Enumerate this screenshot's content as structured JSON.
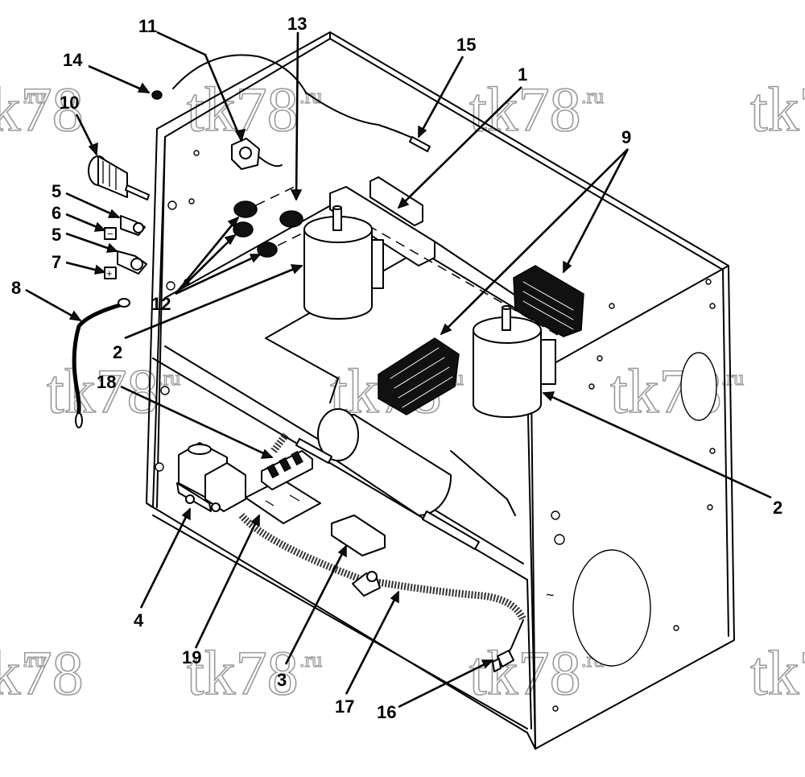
{
  "callouts": [
    {
      "id": "c14",
      "label": "14"
    },
    {
      "id": "c11",
      "label": "11"
    },
    {
      "id": "c13",
      "label": "13"
    },
    {
      "id": "c15",
      "label": "15"
    },
    {
      "id": "c1",
      "label": "1"
    },
    {
      "id": "c10",
      "label": "10"
    },
    {
      "id": "c9",
      "label": "9"
    },
    {
      "id": "c5a",
      "label": "5"
    },
    {
      "id": "c6",
      "label": "6"
    },
    {
      "id": "c5b",
      "label": "5"
    },
    {
      "id": "c7",
      "label": "7"
    },
    {
      "id": "c8",
      "label": "8"
    },
    {
      "id": "c12",
      "label": "12"
    },
    {
      "id": "c2a",
      "label": "2"
    },
    {
      "id": "c18",
      "label": "18"
    },
    {
      "id": "c2b",
      "label": "2"
    },
    {
      "id": "c4",
      "label": "4"
    },
    {
      "id": "c19",
      "label": "19"
    },
    {
      "id": "c3",
      "label": "3"
    },
    {
      "id": "c17",
      "label": "17"
    },
    {
      "id": "c16",
      "label": "16"
    }
  ],
  "watermark": {
    "text": "tk78",
    "suffix": ".ru"
  },
  "terminal_marks": {
    "minus": "−",
    "plus": "+"
  },
  "ground_mark": "~"
}
